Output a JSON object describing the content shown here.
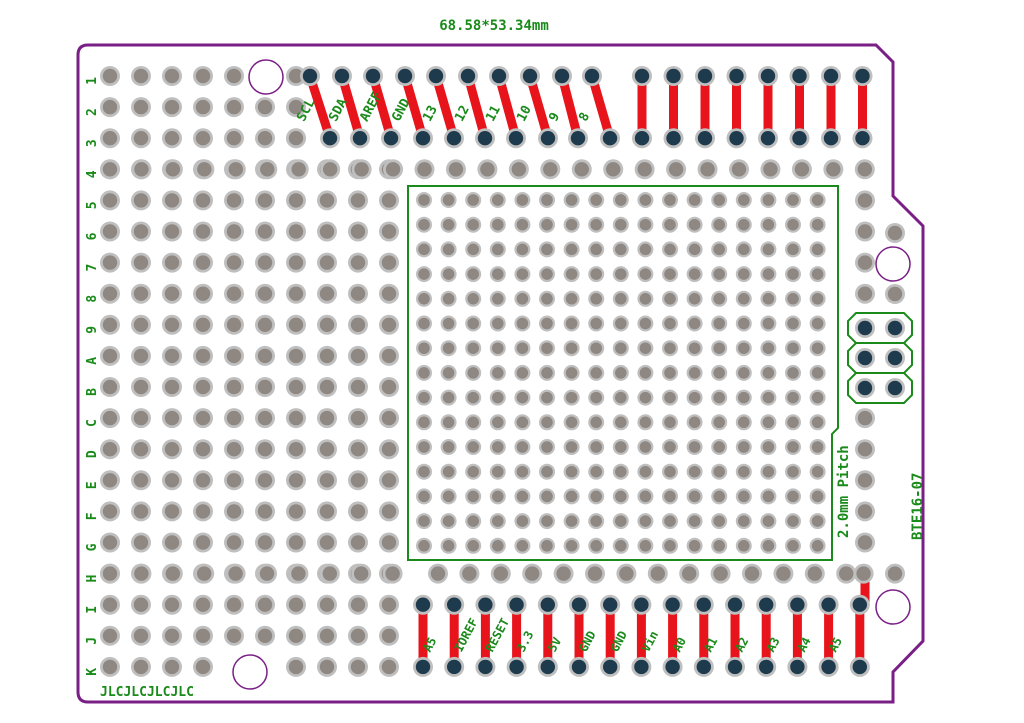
{
  "board": {
    "dimension_label": "68.58*53.34mm",
    "model": "BTE16-07",
    "pitch_label": "2.0mm Pitch",
    "fab_text": "JLCJLCJLCJLC"
  },
  "row_labels": [
    "1",
    "2",
    "3",
    "4",
    "5",
    "6",
    "7",
    "8",
    "9",
    "A",
    "B",
    "C",
    "D",
    "E",
    "F",
    "G",
    "H",
    "I",
    "J",
    "K"
  ],
  "top_header_labels": [
    "SCL",
    "SDA",
    "AREF",
    "GND",
    "13",
    "12",
    "11",
    "10",
    "9",
    "8"
  ],
  "bottom_header_labels": [
    "A5",
    "IOREF",
    "RESET",
    "3.3",
    "5V",
    "GND",
    "GND",
    "Vin",
    "A0",
    "A1",
    "A2",
    "A3",
    "A4",
    "A5"
  ],
  "colors": {
    "outline": "#7a1f86",
    "silkscreen": "#1a8a1a",
    "trace": "#e8141b",
    "pad_plain": "#8f8781",
    "pad_ring": "#bfbfbf",
    "pad_connected": "#1e3a4d"
  }
}
